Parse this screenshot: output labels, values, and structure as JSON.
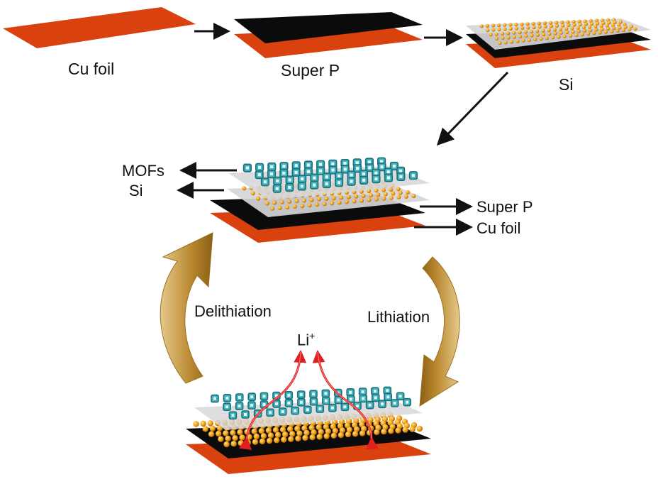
{
  "steps": {
    "cu_foil": "Cu foil",
    "super_p": "Super P",
    "si": "Si"
  },
  "stack_labels": {
    "mofs": "MOFs",
    "si": "Si",
    "super_p": "Super P",
    "cu_foil": "Cu foil"
  },
  "cycle": {
    "delithiation": "Delithiation",
    "lithiation": "Lithiation",
    "ion": "Li",
    "ion_charge": "+"
  },
  "colors": {
    "cu_foil": "#d9410e",
    "super_p": "#0b0b0b",
    "separator": "#d6d6d8",
    "si_particle": "#f2a21b",
    "mof_cage": "#2aa3ad",
    "cycle_arrow": "#b8862d",
    "li_arrow": "#e02020"
  },
  "icons": {
    "process_arrow": "arrow-right-icon",
    "li_path": "curved-arrow-icon",
    "cycle": "curved-cycle-arrow-icon"
  }
}
